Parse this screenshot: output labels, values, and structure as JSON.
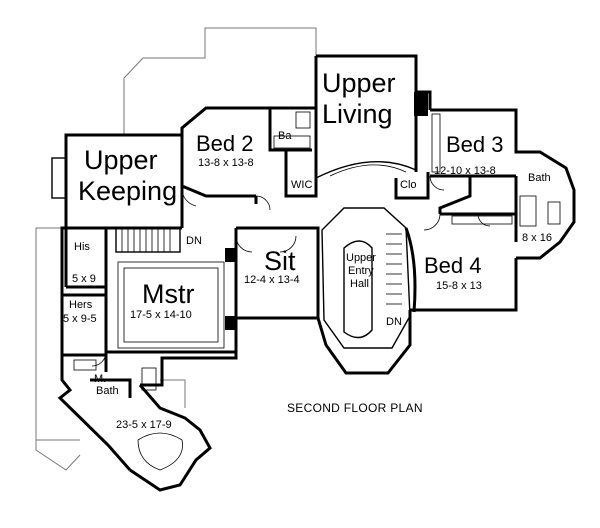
{
  "plan_title": "SECOND FLOOR PLAN",
  "rooms": {
    "upper_living": {
      "name_line1": "Upper",
      "name_line2": "Living"
    },
    "bed2": {
      "name": "Bed 2",
      "dims": "13-8 x 13-8"
    },
    "ba": {
      "name": "Ba"
    },
    "wic": {
      "name": "WIC"
    },
    "bed3": {
      "name": "Bed 3",
      "dims": "12-10 x 13-8"
    },
    "bath": {
      "name": "Bath",
      "dims": "8 x 16"
    },
    "clo": {
      "name": "Clo"
    },
    "upper_keeping": {
      "name_line1": "Upper",
      "name_line2": "Keeping"
    },
    "his": {
      "name": "His",
      "dims": "5 x 9"
    },
    "hers": {
      "name": "Hers",
      "dims": "5 x 9-5"
    },
    "mstr": {
      "name": "Mstr",
      "dims": "17-5 x 14-10"
    },
    "sit": {
      "name": "Sit",
      "dims": "12-4 x 13-4"
    },
    "entry_hall": {
      "line1": "Upper",
      "line2": "Entry",
      "line3": "Hall"
    },
    "bed4": {
      "name": "Bed 4",
      "dims": "15-8 x 13"
    },
    "m_bath": {
      "line1": "M.",
      "line2": "Bath",
      "dims": "23-5 x 17-9"
    }
  },
  "stair_labels": {
    "dn_left": "DN",
    "dn_right": "DN"
  }
}
